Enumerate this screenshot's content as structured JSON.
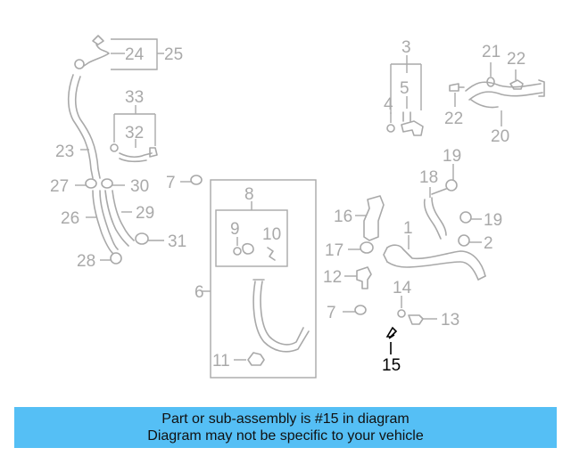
{
  "diagram": {
    "highlight_color": "#000000",
    "part_color": "#a9a9a9",
    "callouts": {
      "c1": "1",
      "c2": "2",
      "c3": "3",
      "c4": "4",
      "c5": "5",
      "c6": "6",
      "c7a": "7",
      "c7b": "7",
      "c8": "8",
      "c9": "9",
      "c10": "10",
      "c11": "11",
      "c12": "12",
      "c13": "13",
      "c14": "14",
      "c15": "15",
      "c16": "16",
      "c17": "17",
      "c18": "18",
      "c19a": "19",
      "c19b": "19",
      "c20": "20",
      "c21": "21",
      "c22a": "22",
      "c22b": "22",
      "c23": "23",
      "c24": "24",
      "c25": "25",
      "c26": "26",
      "c27": "27",
      "c28": "28",
      "c29": "29",
      "c30": "30",
      "c31": "31",
      "c32": "32",
      "c33": "33"
    }
  },
  "caption": {
    "line1": "Part or sub-assembly is #15 in diagram",
    "line2": "Diagram may not be specific to your vehicle",
    "background": "#55bff5"
  }
}
